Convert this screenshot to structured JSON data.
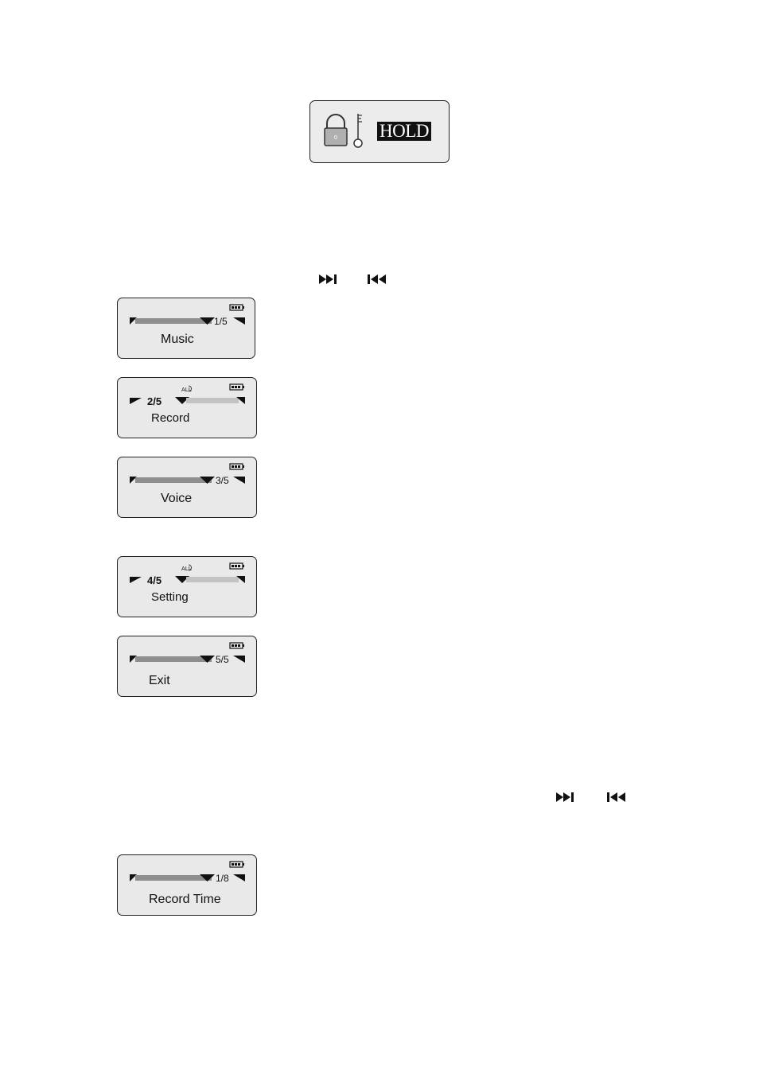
{
  "hold": {
    "label": "HOLD"
  },
  "screens": [
    {
      "index": "1/5",
      "label": "Music"
    },
    {
      "index": "2/5",
      "label": "Record"
    },
    {
      "index": "3/5",
      "label": "Voice"
    },
    {
      "index": "4/5",
      "label": "Setting"
    },
    {
      "index": "5/5",
      "label": "Exit"
    },
    {
      "index": "1/8",
      "label": "Record Time"
    }
  ],
  "icons": {
    "next": "next-track-icon",
    "prev": "previous-track-icon",
    "battery": "battery-icon",
    "repeat_all": "repeat-all-icon",
    "lock": "padlock-icon",
    "key": "key-icon"
  },
  "repeat_label": "ALL"
}
